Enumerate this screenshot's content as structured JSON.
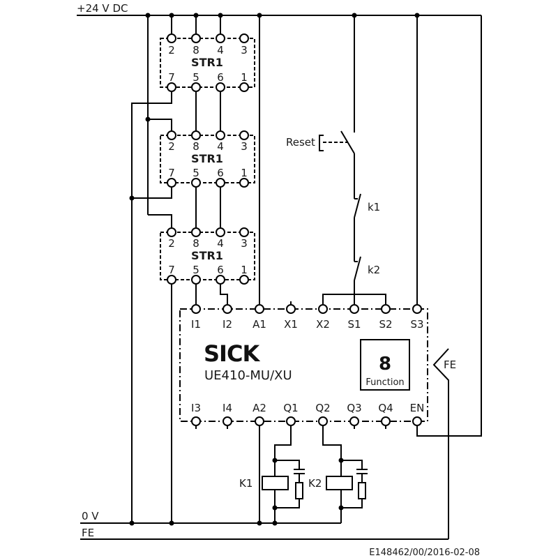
{
  "rails": {
    "supply": "+24 V DC",
    "zero": "0 V",
    "earth": "FE"
  },
  "str_modules": [
    {
      "name": "STR1",
      "top_pins": [
        "2",
        "8",
        "4",
        "3"
      ],
      "bottom_pins": [
        "7",
        "5",
        "6",
        "1"
      ]
    },
    {
      "name": "STR1",
      "top_pins": [
        "2",
        "8",
        "4",
        "3"
      ],
      "bottom_pins": [
        "7",
        "5",
        "6",
        "1"
      ]
    },
    {
      "name": "STR1",
      "top_pins": [
        "2",
        "8",
        "4",
        "3"
      ],
      "bottom_pins": [
        "7",
        "5",
        "6",
        "1"
      ]
    }
  ],
  "switches": {
    "reset": "Reset",
    "k1": "k1",
    "k2": "k2"
  },
  "controller": {
    "brand": "SICK",
    "model": "UE410-MU/XU",
    "function_number": "8",
    "function_label": "Function",
    "fe_label": "FE",
    "top_terminals": [
      "I1",
      "I2",
      "A1",
      "X1",
      "X2",
      "S1",
      "S2",
      "S3"
    ],
    "bottom_terminals": [
      "I3",
      "I4",
      "A2",
      "Q1",
      "Q2",
      "Q3",
      "Q4",
      "EN"
    ]
  },
  "relays": {
    "k1": "K1",
    "k2": "K2"
  },
  "footer": {
    "doc_id": "E148462/00/2016-02-08"
  }
}
